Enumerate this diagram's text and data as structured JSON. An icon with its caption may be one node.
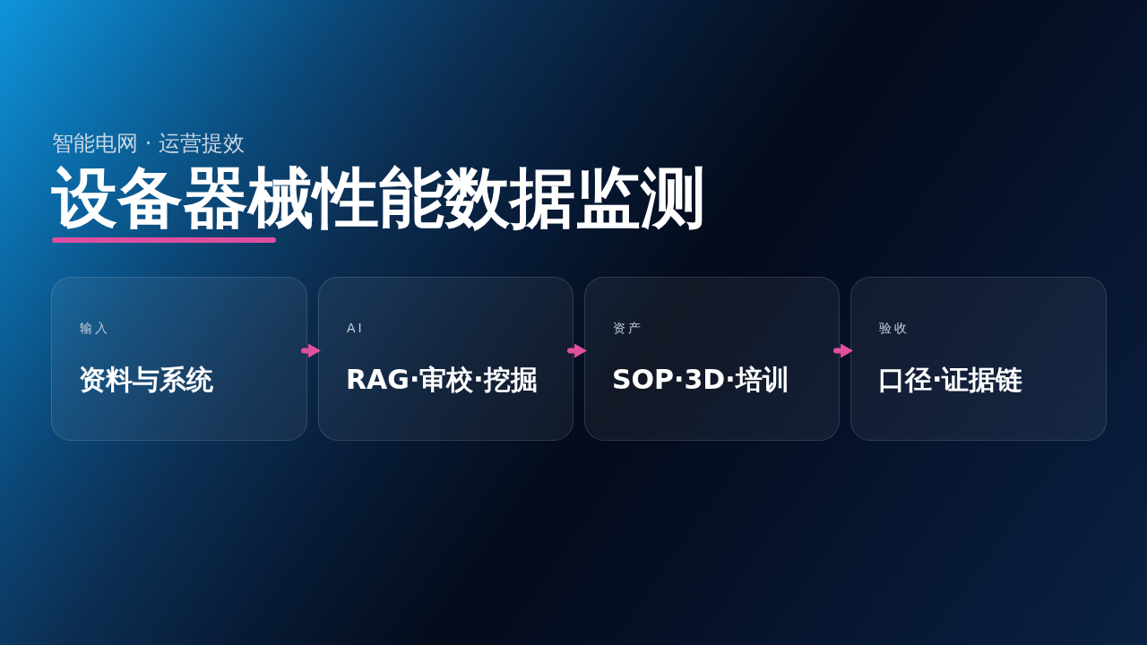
{
  "diagram": {
    "title": "设备器械性能数据监测",
    "nodes": [
      {
        "text": [
          "输入",
          "资料与系统"
        ]
      },
      {
        "text": [
          "AI",
          "RAG·审校·挖掘"
        ]
      },
      {
        "text": [
          "资产",
          "SOP·3D·培训"
        ]
      },
      {
        "text": [
          "验收",
          "口径·证据链"
        ]
      }
    ],
    "edges": [
      {
        "from": 0,
        "to": 1,
        "arrow": "to"
      },
      {
        "from": 1,
        "to": 2,
        "arrow": "to"
      },
      {
        "from": 2,
        "to": 3,
        "arrow": "to"
      }
    ],
    "labels": [
      "智能电网 · 运营提效"
    ]
  }
}
